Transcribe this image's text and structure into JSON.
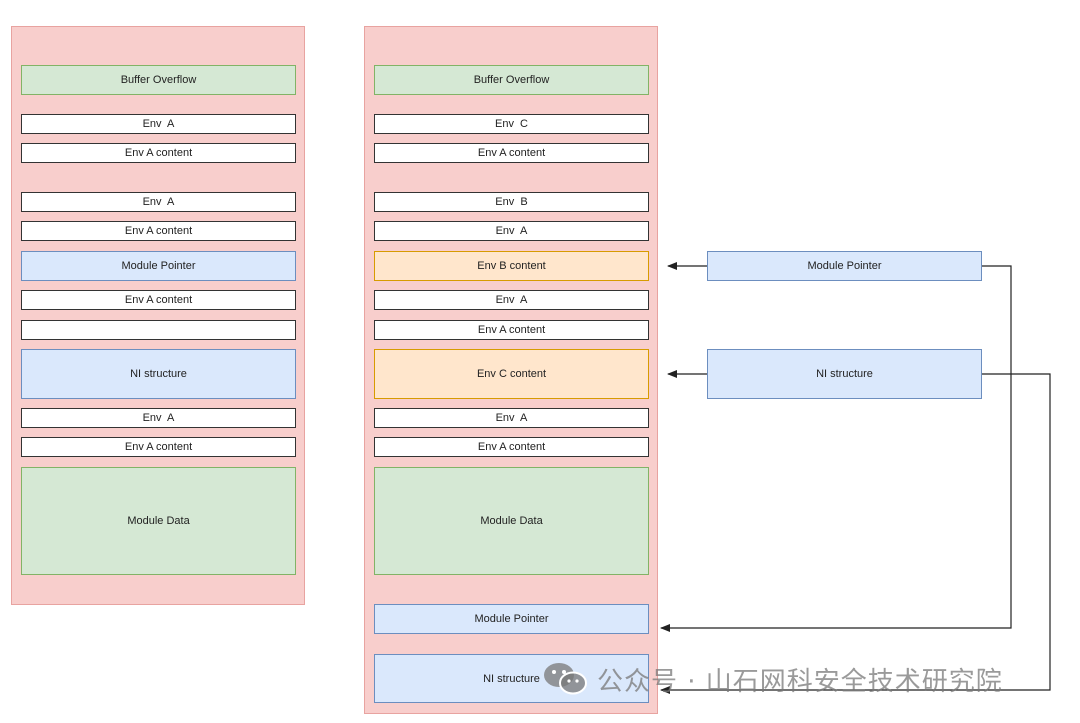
{
  "left_panel": {
    "blocks": [
      {
        "label": "Buffer Overflow",
        "style": "green"
      },
      {
        "label": "Env  A",
        "style": "white"
      },
      {
        "label": "Env A content",
        "style": "white"
      },
      {
        "label": "Env  A",
        "style": "white"
      },
      {
        "label": "Env A content",
        "style": "white"
      },
      {
        "label": "Module Pointer",
        "style": "blue"
      },
      {
        "label": "Env A content",
        "style": "white"
      },
      {
        "label": "",
        "style": "white"
      },
      {
        "label": "NI structure",
        "style": "blue"
      },
      {
        "label": "Env  A",
        "style": "white"
      },
      {
        "label": "Env A content",
        "style": "white"
      },
      {
        "label": "Module Data",
        "style": "green"
      }
    ]
  },
  "right_panel": {
    "blocks": [
      {
        "label": "Buffer Overflow",
        "style": "green"
      },
      {
        "label": "Env  C",
        "style": "white"
      },
      {
        "label": "Env A content",
        "style": "white"
      },
      {
        "label": "Env  B",
        "style": "white"
      },
      {
        "label": "Env  A",
        "style": "white"
      },
      {
        "label": "Env B content",
        "style": "orange"
      },
      {
        "label": "Env  A",
        "style": "white"
      },
      {
        "label": "Env A content",
        "style": "white"
      },
      {
        "label": "Env C content",
        "style": "orange"
      },
      {
        "label": "Env  A",
        "style": "white"
      },
      {
        "label": "Env A content",
        "style": "white"
      },
      {
        "label": "Module Data",
        "style": "green"
      },
      {
        "label": "Module Pointer",
        "style": "blue"
      },
      {
        "label": "NI structure",
        "style": "blue"
      }
    ]
  },
  "external": {
    "module_pointer": "Module Pointer",
    "ni_structure": "NI structure"
  },
  "watermark": {
    "text": "公众号 · 山石网科安全技术研究院",
    "icon": "wechat-icon"
  }
}
